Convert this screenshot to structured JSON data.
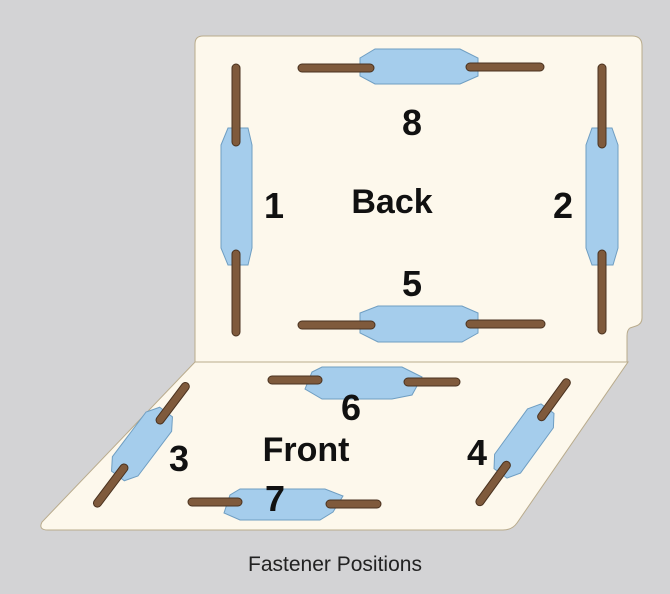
{
  "labels": {
    "back": "Back",
    "front": "Front",
    "positions": [
      "1",
      "2",
      "3",
      "4",
      "5",
      "6",
      "7",
      "8"
    ]
  },
  "caption": "Fastener Positions",
  "colors": {
    "background": "#d3d3d5",
    "folder": "#fdf8ec",
    "folder_edge": "#b9ab8c",
    "fastener_base": "#a5cdec",
    "fastener_edge": "#6f9ec2",
    "prong": "#7f5a3c",
    "prong_edge": "#4a321f"
  },
  "icons": [
    "folder-back-panel",
    "folder-front-panel",
    "fastener"
  ]
}
